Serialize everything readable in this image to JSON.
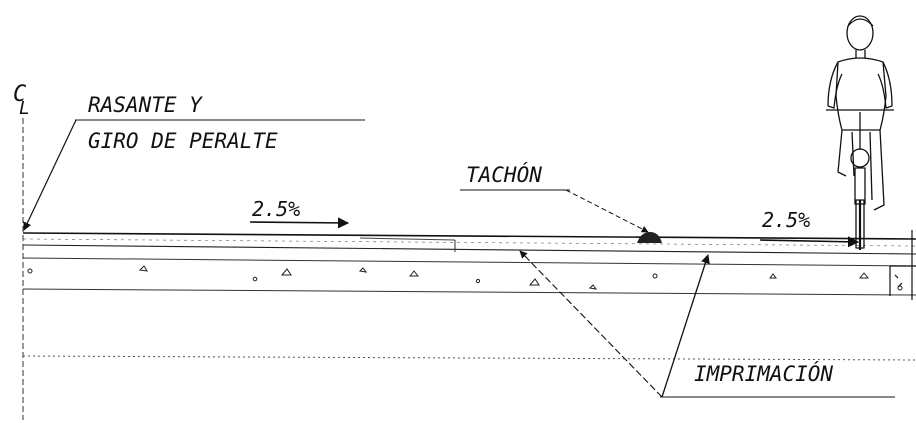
{
  "centerline": {
    "label_top": "C",
    "label_bottom": "L"
  },
  "labels": {
    "rasante_line1": "RASANTE Y",
    "rasante_line2": "GIRO DE PERALTE",
    "tachon": "TACHÓN",
    "imprimacion": "IMPRIMACIÓN"
  },
  "slopes": {
    "left": "2.5%",
    "right": "2.5%"
  },
  "colors": {
    "ink": "#111111",
    "dotted": "#555555"
  }
}
